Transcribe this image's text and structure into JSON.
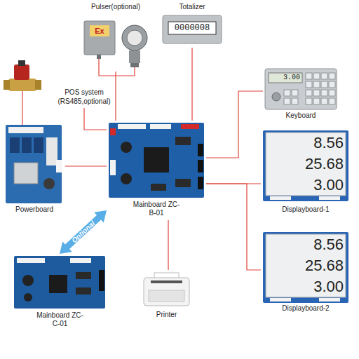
{
  "diagram": {
    "nodes": [
      {
        "text": [
          "Pulser(optional)"
        ]
      },
      {
        "text": [
          "Totalizer"
        ]
      },
      {
        "text": [
          "3.00",
          "Keyboard"
        ]
      },
      {
        "text": [
          "POS system (RS485,optional)"
        ]
      },
      {
        "text": [
          "Powerboard"
        ]
      },
      {
        "text": [
          "Mainboard ZC-B-01"
        ]
      },
      {
        "text": [
          "8.56",
          "25.68",
          "3.00",
          "Displayboard-1"
        ]
      },
      {
        "text": [
          "8.56",
          "25.68",
          "3.00",
          "Displayboard-2"
        ]
      },
      {
        "text": [
          "Printer"
        ]
      },
      {
        "text": [
          "Mainboard ZC-C-01"
        ]
      }
    ],
    "edges": [
      {
        "from": 0,
        "to": 5,
        "arrow": "none"
      },
      {
        "from": 1,
        "to": 5,
        "arrow": "none"
      },
      {
        "from": 2,
        "to": 5,
        "arrow": "none"
      },
      {
        "from": 3,
        "to": 5,
        "arrow": "none"
      },
      {
        "from": 4,
        "to": 5,
        "arrow": "none"
      },
      {
        "from": 5,
        "to": 6,
        "arrow": "none"
      },
      {
        "from": 5,
        "to": 7,
        "arrow": "none"
      },
      {
        "from": 5,
        "to": 8,
        "arrow": "none"
      },
      {
        "from": 9,
        "to": 5,
        "label": "Optional",
        "arrow": "both"
      }
    ],
    "labels": [
      "Ex",
      "0000008"
    ]
  }
}
